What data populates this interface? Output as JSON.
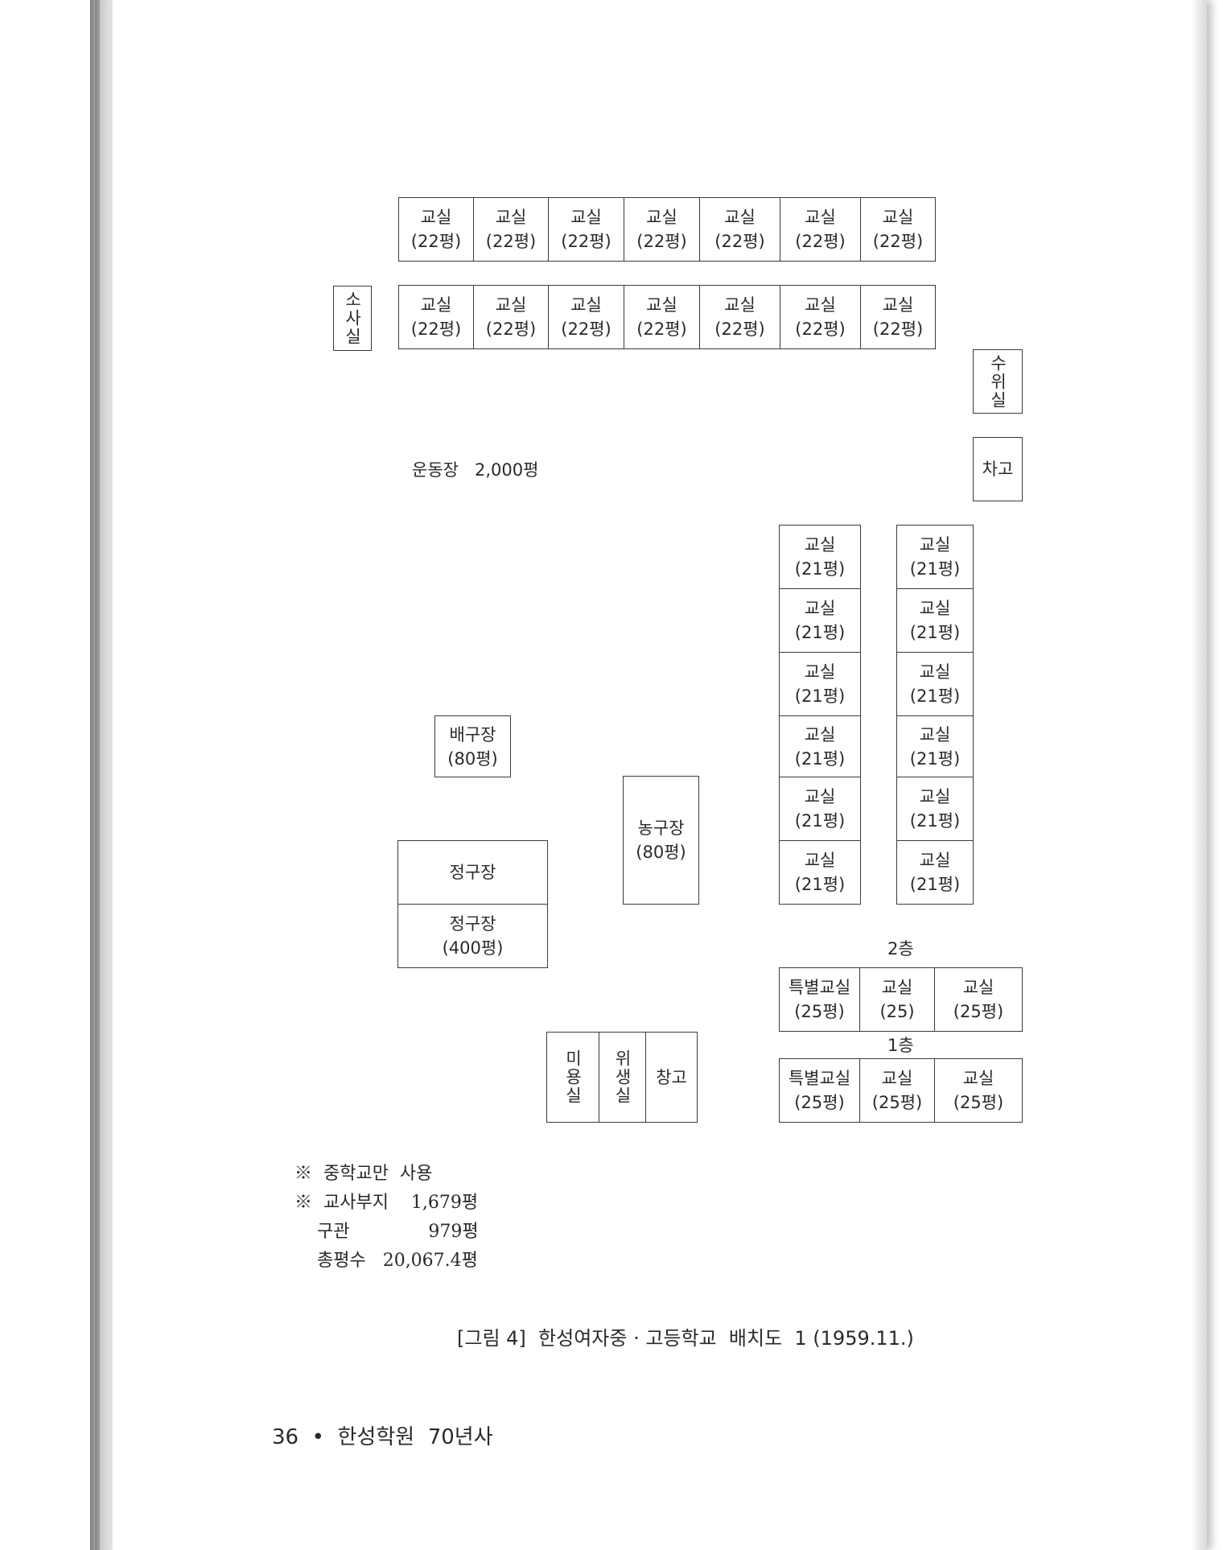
{
  "row_top": [
    {
      "name": "교실",
      "size": "(22평)"
    },
    {
      "name": "교실",
      "size": "(22평)"
    },
    {
      "name": "교실",
      "size": "(22평)"
    },
    {
      "name": "교실",
      "size": "(22평)"
    },
    {
      "name": "교실",
      "size": "(22평)"
    },
    {
      "name": "교실",
      "size": "(22평)"
    },
    {
      "name": "교실",
      "size": "(22평)"
    }
  ],
  "row_second": [
    {
      "name": "교실",
      "size": "(22평)"
    },
    {
      "name": "교실",
      "size": "(22평)"
    },
    {
      "name": "교실",
      "size": "(22평)"
    },
    {
      "name": "교실",
      "size": "(22평)"
    },
    {
      "name": "교실",
      "size": "(22평)"
    },
    {
      "name": "교실",
      "size": "(22평)"
    },
    {
      "name": "교실",
      "size": "(22평)"
    }
  ],
  "sosasil": "소사실",
  "suwisil": "수위실",
  "chago_top": "차고",
  "playground": {
    "name": "운동장",
    "area": "2,000평"
  },
  "col_left": [
    {
      "name": "교실",
      "size": "(21평)"
    },
    {
      "name": "교실",
      "size": "(21평)"
    },
    {
      "name": "교실",
      "size": "(21평)"
    },
    {
      "name": "교실",
      "size": "(21평)"
    },
    {
      "name": "교실",
      "size": "(21평)"
    },
    {
      "name": "교실",
      "size": "(21평)"
    }
  ],
  "col_right": [
    {
      "name": "교실",
      "size": "(21평)"
    },
    {
      "name": "교실",
      "size": "(21평)"
    },
    {
      "name": "교실",
      "size": "(21평)"
    },
    {
      "name": "교실",
      "size": "(21평)"
    },
    {
      "name": "교실",
      "size": "(21평)"
    },
    {
      "name": "교실",
      "size": "(21평)"
    }
  ],
  "volleyball": {
    "name": "배구장",
    "size": "(80평)"
  },
  "basketball": {
    "name": "농구장",
    "size": "(80평)"
  },
  "tennis_top": "정구장",
  "tennis_bottom": {
    "name": "정구장",
    "size": "(400평)"
  },
  "floor2_label": "2층",
  "floor2": [
    {
      "name": "특별교실",
      "size": "(25평)"
    },
    {
      "name": "교실",
      "size": "(25)"
    },
    {
      "name": "교실",
      "size": "(25평)"
    }
  ],
  "floor1_label": "1층",
  "floor1": [
    {
      "name": "특별교실",
      "size": "(25평)"
    },
    {
      "name": "교실",
      "size": "(25평)"
    },
    {
      "name": "교실",
      "size": "(25평)"
    }
  ],
  "miyongsil": "미용실",
  "wisaengsil": "위생실",
  "changgo": "창고",
  "notes": {
    "line1": "※  중학교만  사용",
    "line2": "※  교사부지    1,679평",
    "line3": "구관              979평",
    "line4": "총평수   20,067.4평"
  },
  "caption": "[그림 4]  한성여자중 · 고등학교  배치도  1 (1959.11.)",
  "footer": "36  •  한성학원  70년사"
}
